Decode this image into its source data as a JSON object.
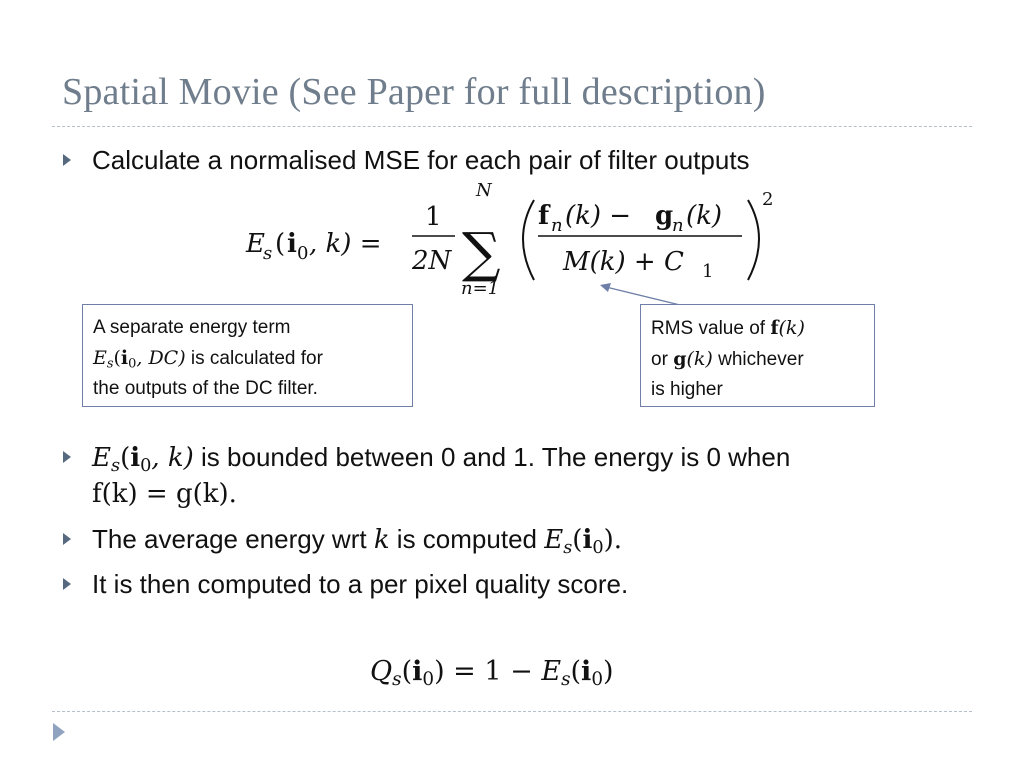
{
  "slide": {
    "title": "Spatial Movie (See Paper for full description)",
    "bullets": [
      {
        "text": "Calculate a normalised MSE for each pair of filter outputs"
      },
      {
        "text_math": "E",
        "text_sub": "s",
        "text_args": "(i",
        "text_args_sub": "0",
        "text_args_end": ", k)",
        "text_rest": " is bounded between 0 and 1. The energy is 0 when",
        "line2": "f(k) = g(k)."
      },
      {
        "text_pre": "The average energy wrt ",
        "text_var": "k",
        "text_mid": " is computed ",
        "text_e": "E",
        "text_e_sub": "s",
        "text_e_arg": "(i",
        "text_e_arg_sub": "0",
        "text_e_end": ")."
      },
      {
        "text": "It is then computed to a per pixel quality score."
      }
    ],
    "formula_main": {
      "lhs": "E",
      "lhs_sub": "s",
      "lhs_arg_open": "(",
      "lhs_arg_i": "i",
      "lhs_arg_i_sub": "0",
      "lhs_arg_rest": ", k) =",
      "frac_num": "1",
      "frac_den": "2N",
      "sum_symbol": "∑",
      "sum_upper": "N",
      "sum_lower": "n=1",
      "inner_num_f": "f",
      "inner_num_f_sub": "n",
      "inner_num_mid": "(k) − ",
      "inner_num_g": "g",
      "inner_num_g_sub": "n",
      "inner_num_end": "(k)",
      "inner_den": "M(k) + C",
      "inner_den_sub": "1",
      "power": "2"
    },
    "formula_bottom": {
      "q": "Q",
      "q_sub": "s",
      "q_arg": "(i",
      "q_arg_sub": "0",
      "q_rest": ") = 1 − ",
      "e": "E",
      "e_sub": "s",
      "e_arg": "(i",
      "e_arg_sub": "0",
      "e_end": ")"
    },
    "callout_left": {
      "line1": "A separate energy term",
      "line2_e": "E",
      "line2_e_sub": "s",
      "line2_arg": "(i",
      "line2_arg_sub": "0",
      "line2_arg_end": ", DC)",
      "line2_rest": " is calculated for",
      "line3": "the outputs of the DC filter."
    },
    "callout_right": {
      "line1_pre": "RMS value of ",
      "line1_f": "f",
      "line1_end": "(k)",
      "line2_pre": "or ",
      "line2_g": "g",
      "line2_k": "(k)",
      "line2_rest": " whichever",
      "line3": "is higher"
    },
    "colors": {
      "title": "#6f7d8c",
      "bullet": "#56697e",
      "rule": "#b5c0cc",
      "callout_border": "#6f7fa8",
      "nav_arrow": "#8fa3c0"
    },
    "icons": {
      "bullet": "triangle-right-icon",
      "nav": "next-slide-icon"
    }
  }
}
